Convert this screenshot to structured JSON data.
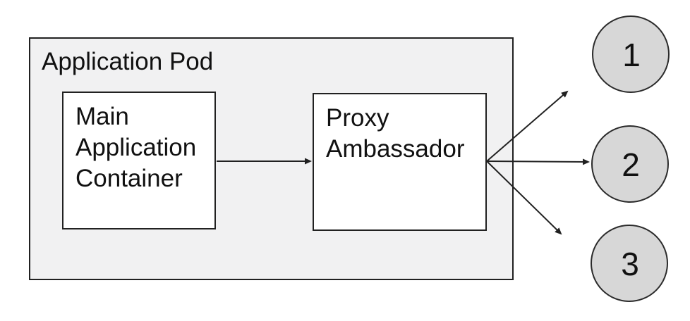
{
  "diagram": {
    "pod": {
      "label": "Application Pod"
    },
    "nodes": [
      {
        "label": "Main Application Container"
      },
      {
        "label": "Proxy Ambassador"
      }
    ],
    "endpoints": [
      {
        "label": "1"
      },
      {
        "label": "2"
      },
      {
        "label": "3"
      }
    ],
    "colors": {
      "pod_fill": "#f1f1f2",
      "node_fill": "#ffffff",
      "endpoint_fill": "#d7d7d7",
      "stroke": "#212121",
      "text": "#111111"
    }
  }
}
